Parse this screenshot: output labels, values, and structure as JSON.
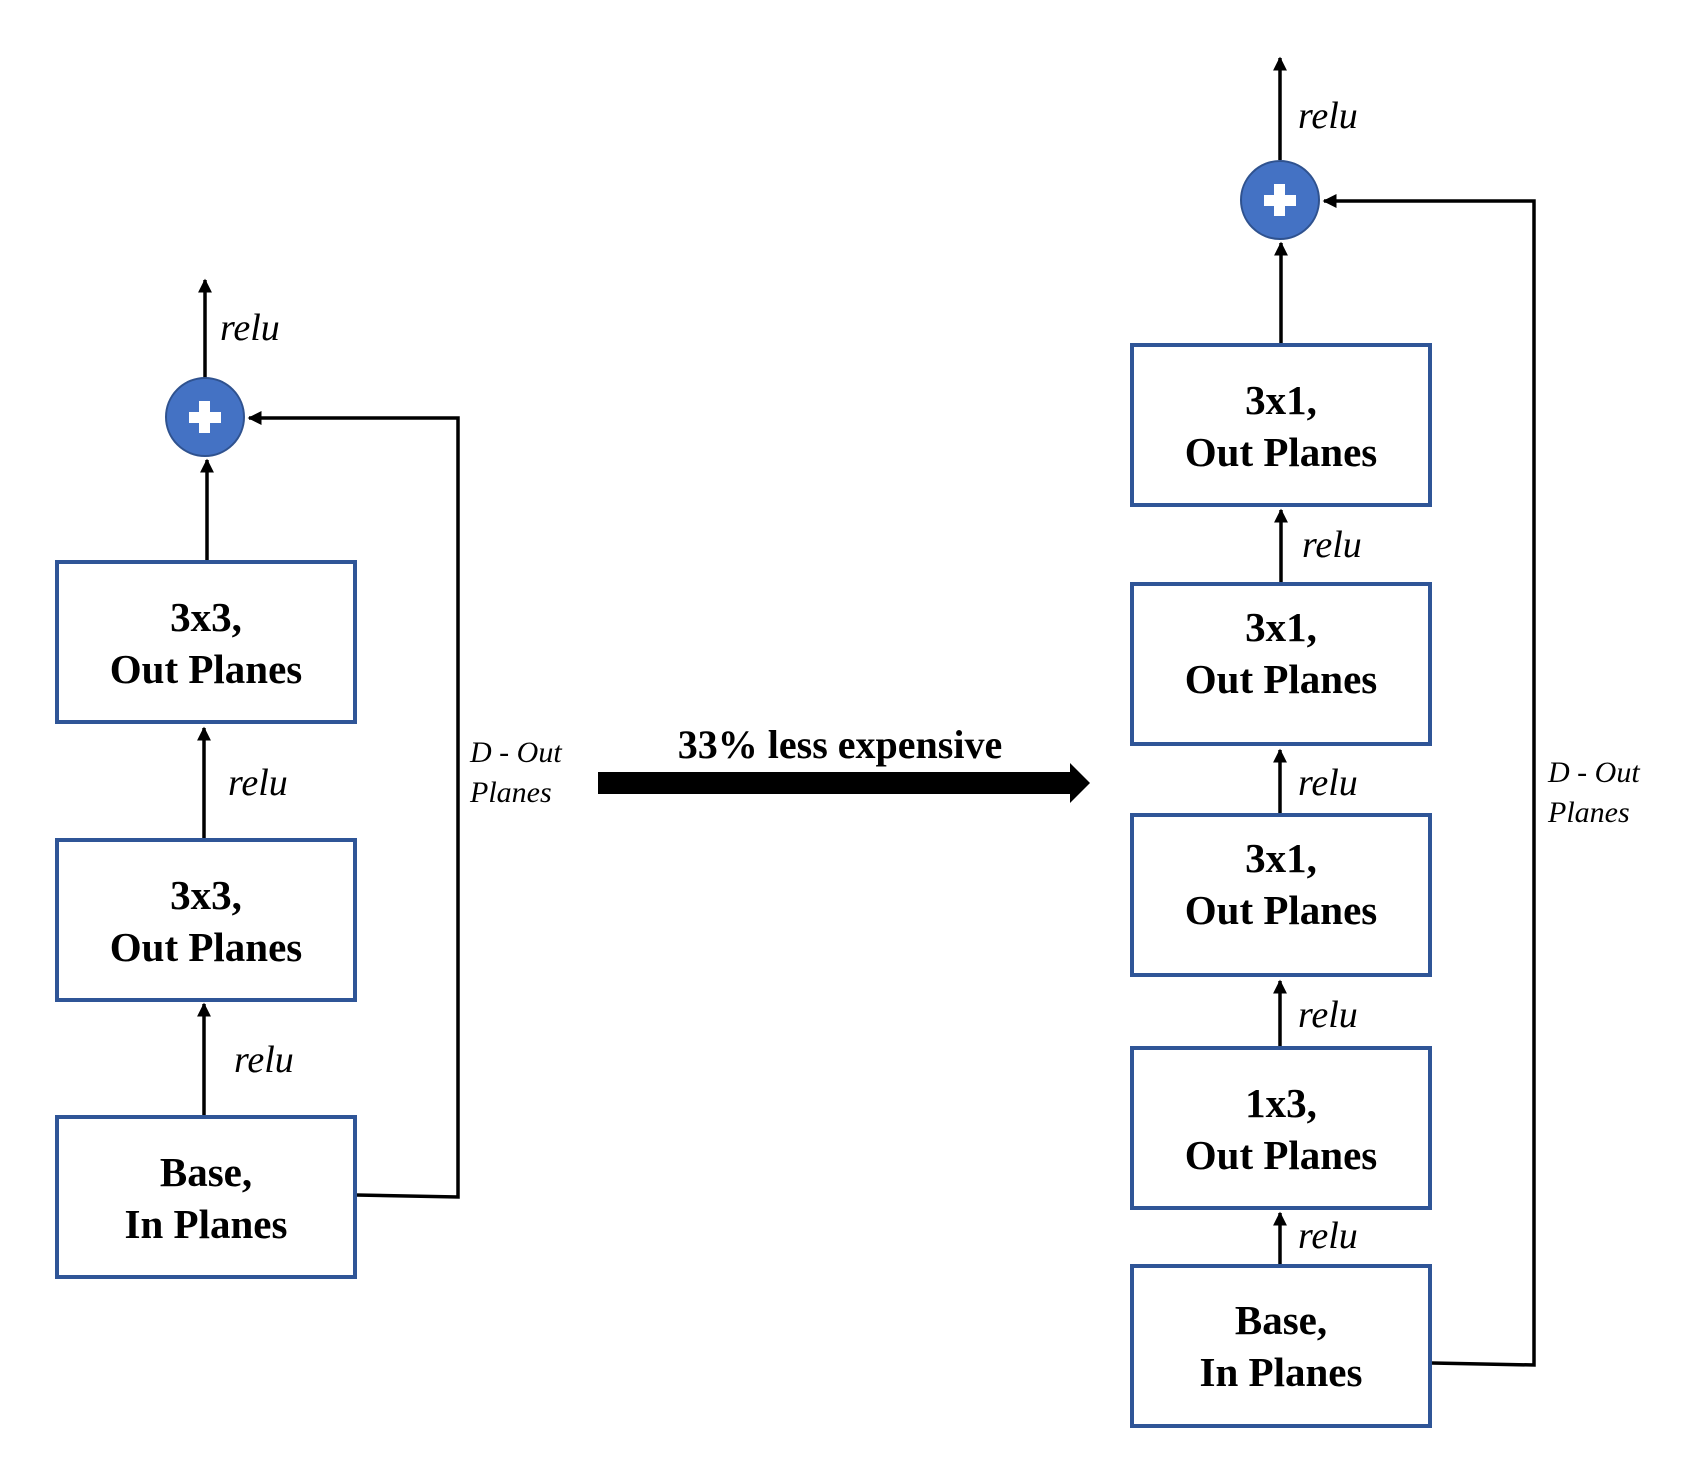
{
  "left_block": {
    "output_label": "relu",
    "shortcut_label": [
      "D - Out",
      "Planes"
    ],
    "layers": [
      {
        "line1": "3x3,",
        "line2": "Out Planes"
      },
      {
        "line1": "3x3,",
        "line2": "Out Planes"
      },
      {
        "line1": "Base,",
        "line2": "In Planes"
      }
    ],
    "between_labels": [
      "relu",
      "relu"
    ]
  },
  "transition": {
    "label": "33% less expensive"
  },
  "right_block": {
    "output_label": "relu",
    "shortcut_label": [
      "D - Out",
      "Planes"
    ],
    "layers": [
      {
        "line1": "3x1,",
        "line2": "Out Planes"
      },
      {
        "line1": "3x1,",
        "line2": "Out Planes"
      },
      {
        "line1": "3x1,",
        "line2": "Out Planes"
      },
      {
        "line1": "1x3,",
        "line2": "Out Planes"
      },
      {
        "line1": "Base,",
        "line2": "In Planes"
      }
    ],
    "between_labels": [
      "relu",
      "relu",
      "relu",
      "relu"
    ]
  },
  "colors": {
    "box_border": "#2f5597",
    "add_node": "#4472c4",
    "lines": "#000000"
  }
}
